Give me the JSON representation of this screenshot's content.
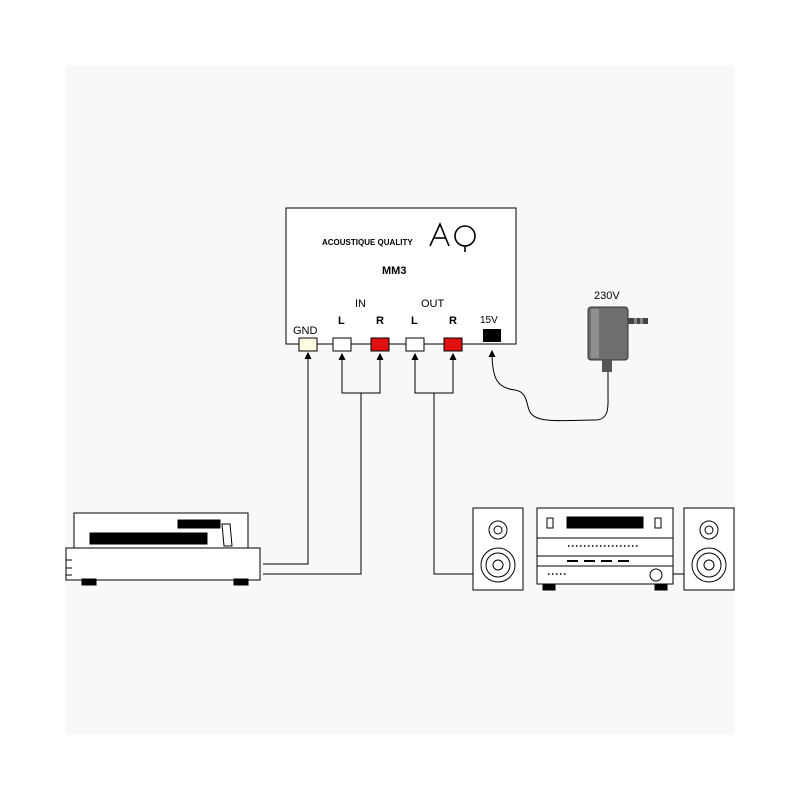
{
  "device": {
    "brand_text": "ACOUSTIQUE QUALITY",
    "logo_text": "AQ",
    "model": "MM3",
    "in_label": "IN",
    "out_label": "OUT",
    "gnd_label": "GND",
    "in_left": "L",
    "in_right": "R",
    "out_left": "L",
    "out_right": "R",
    "power_label": "15V"
  },
  "adapter": {
    "voltage_label": "230V"
  },
  "colors": {
    "left_jack": "#ffffff",
    "right_jack": "#e01010",
    "gnd_jack": "#fffbe0",
    "power_jack": "#000000",
    "adapter_body": "#6e6e6e",
    "background_band": "#f8f8f8"
  }
}
